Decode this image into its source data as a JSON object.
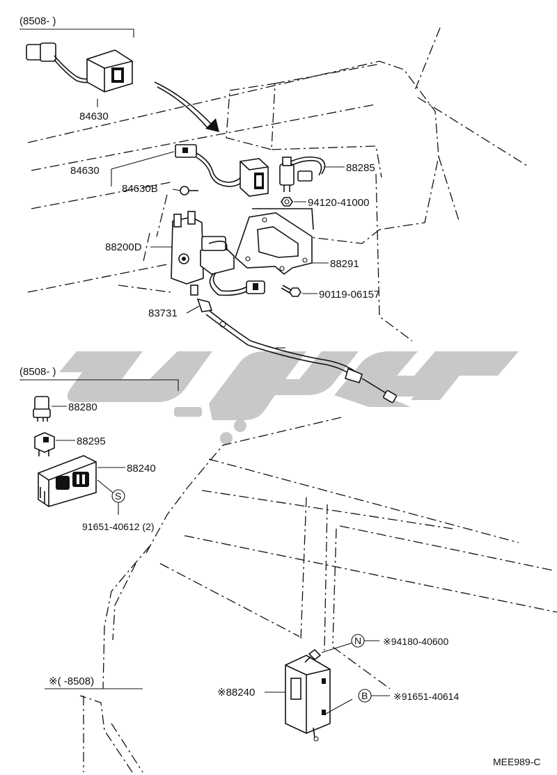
{
  "diagram": {
    "ref_code": "MEE989-C",
    "groups": [
      {
        "bracket": "(8508-        )"
      },
      {
        "bracket": "(8508-        )"
      },
      {
        "bracket": "※(        -8508)"
      }
    ],
    "labels": {
      "p84630a": "84630",
      "p84630b": "84630",
      "p84630B": "84630B",
      "p88200D": "88200D",
      "p83731": "83731",
      "p88285": "88285",
      "p94120": "94120-41000",
      "p88291": "88291",
      "p90119": "90119-06157",
      "p88280": "88280",
      "p88295": "88295",
      "p88240": "88240",
      "p91651a": "91651-40612 (2)",
      "p88240s": "※88240",
      "p94180": "※94180-40600",
      "p91651b": "※91651-40614"
    },
    "markers": {
      "s": "S",
      "n": "N",
      "b": "B"
    }
  },
  "watermark": {
    "color": "#c8c8c8"
  }
}
